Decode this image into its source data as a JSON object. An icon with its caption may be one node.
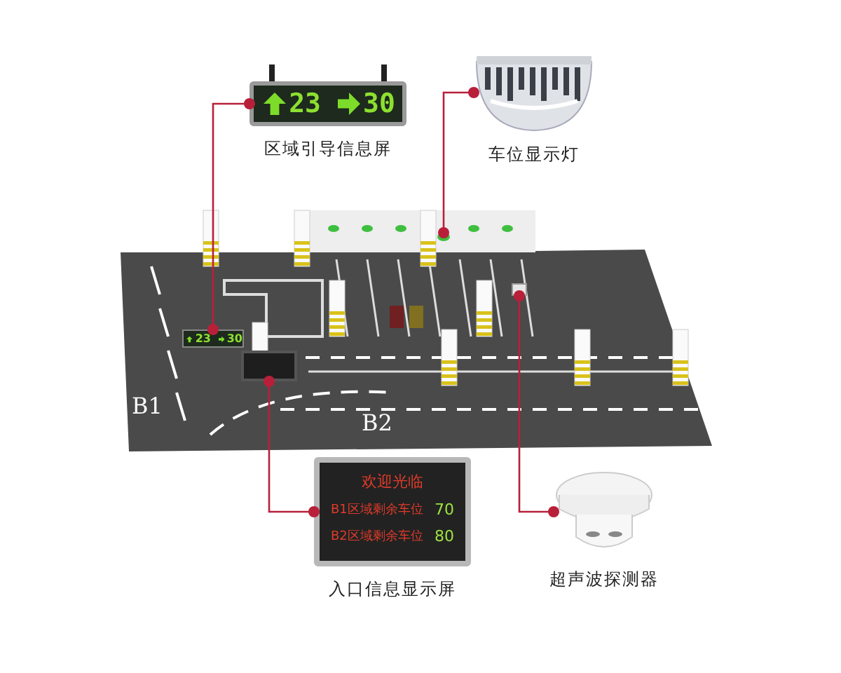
{
  "diagram": {
    "nodes": [
      {
        "text": [
          "23",
          "30",
          "区域引导信息屏"
        ]
      },
      {
        "text": [
          "车位显示灯"
        ]
      },
      {
        "text": [],
        "shape": "picture"
      },
      {
        "text": [
          "23",
          "30"
        ],
        "in": 2
      },
      {
        "text": [],
        "shape": "circle",
        "in": 2
      },
      {
        "text": [],
        "shape": "box",
        "in": 2
      },
      {
        "text": [],
        "shape": "box",
        "in": 2
      },
      {
        "text": [
          "欢迎光临",
          "B1区域剩余车位",
          "70",
          "B2区域剩余车位",
          "80",
          "入口信息显示屏"
        ]
      },
      {
        "text": [
          "超声波探测器"
        ]
      }
    ],
    "edges": [
      {
        "from": 0,
        "to": 3,
        "arrow": "other"
      },
      {
        "from": 1,
        "to": 4,
        "arrow": "other"
      },
      {
        "from": 7,
        "to": 5,
        "arrow": "other"
      },
      {
        "from": 8,
        "to": 6,
        "arrow": "other"
      }
    ],
    "labels": [
      "B1",
      "B2"
    ]
  }
}
